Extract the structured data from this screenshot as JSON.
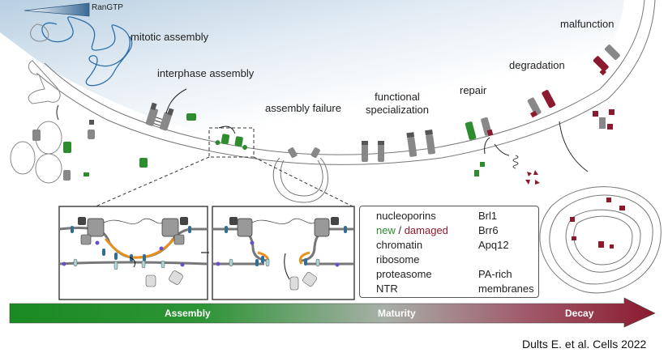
{
  "figure": {
    "gradient_label": "RanGTP",
    "stage_labels": {
      "mitotic_assembly": "mitotic assembly",
      "interphase_assembly": "interphase assembly",
      "assembly_failure": "assembly failure",
      "functional_specialization_line1": "functional",
      "functional_specialization_line2": "specialization",
      "repair": "repair",
      "degradation": "degradation",
      "malfunction": "malfunction"
    },
    "legend": {
      "nucleoporins": "nucleoporins",
      "new": "new",
      "separator": " / ",
      "damaged": "damaged",
      "chromatin": "chromatin",
      "ribosome": "ribosome",
      "proteasome": "proteasome",
      "ntr": "NTR",
      "brl1": "Brl1",
      "brr6": "Brr6",
      "apq12": "Apq12",
      "pa_rich_line1": "PA-rich",
      "pa_rich_line2": "membranes"
    },
    "timeline": {
      "assembly": "Assembly",
      "maturity": "Maturity",
      "decay": "Decay"
    },
    "citation": "Dults E. et al. Cells 2022",
    "colors": {
      "new": "#2e8b2e",
      "damaged": "#8b1a2e",
      "chromatin": "#2f6fa8",
      "brl1": "#2f6f96",
      "brr6": "#a8d8d8",
      "apq12": "#6a4fc8",
      "pa_rich": "#e8901c",
      "timeline_start": "#1a8a22",
      "timeline_mid": "#a8b0a8",
      "timeline_end": "#8b1a2e"
    }
  }
}
